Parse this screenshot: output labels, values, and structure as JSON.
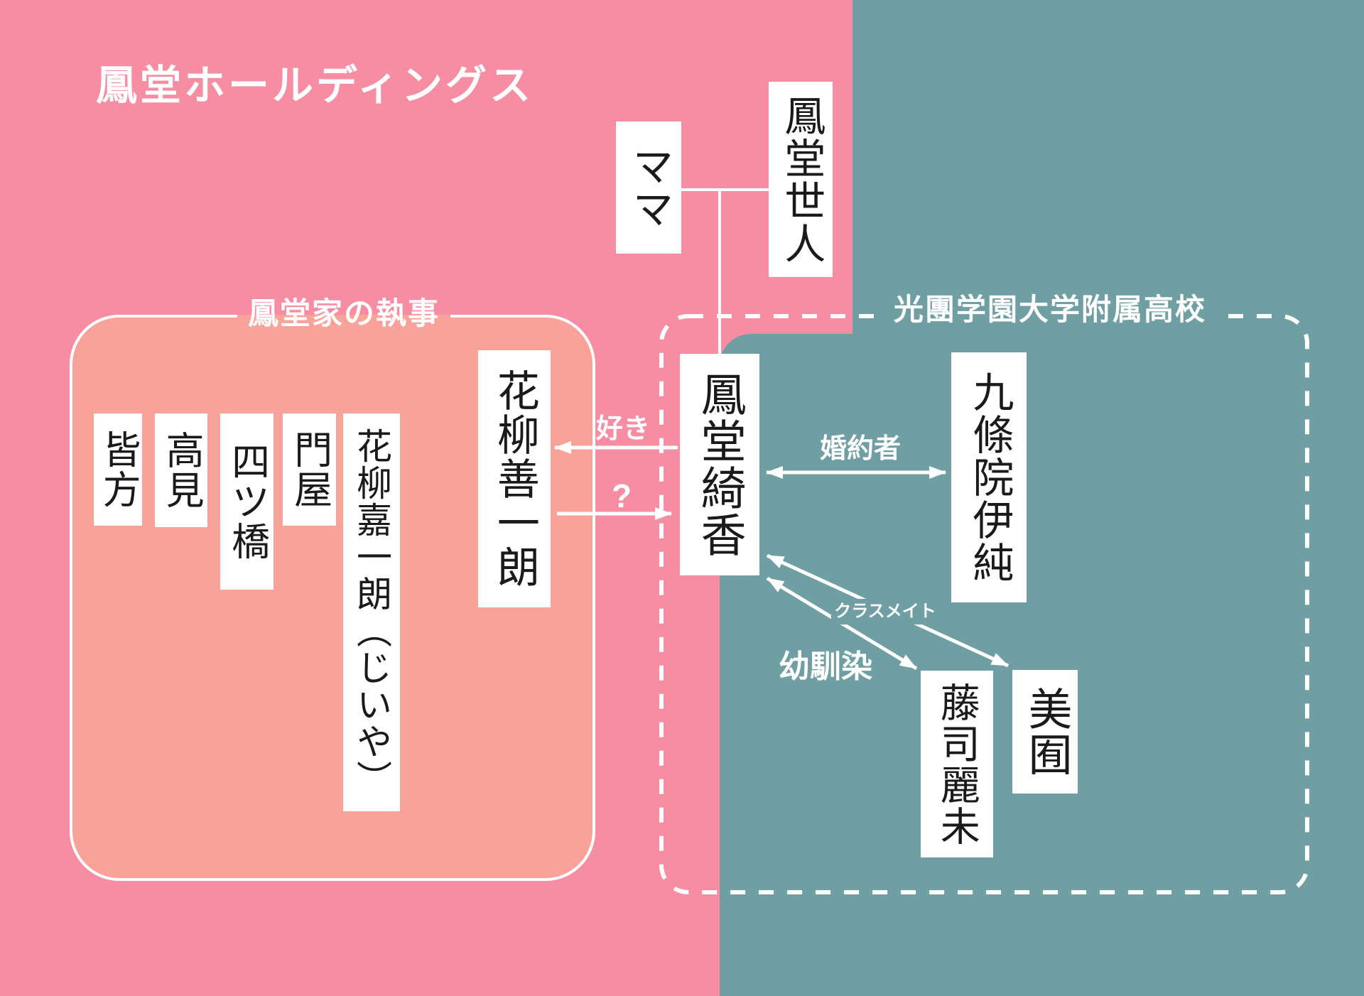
{
  "diagram": {
    "title": "鳳堂ホールディングス"
  },
  "family": {
    "mother": "ママ",
    "father": "鳳堂世人"
  },
  "butler_group": {
    "label": "鳳堂家の執事",
    "members": [
      "皆方",
      "高見",
      "四ツ橋",
      "門屋",
      "花柳嘉一朗（じいや）",
      "花柳善一朗"
    ]
  },
  "school_group": {
    "label": "光團学園大学附属高校",
    "students": [
      "鳳堂綺香",
      "九條院伊純",
      "藤司麗未",
      "美囿"
    ]
  },
  "relationships": {
    "likes": "好き",
    "question": "?",
    "fiance": "婚約者",
    "classmate": "クラスメイト",
    "childhood_friend": "幼馴染"
  },
  "colors": {
    "background_pink": "#F78DA3",
    "butler_panel_salmon": "#F9A299",
    "school_teal": "#6F9EA3",
    "box_background": "#FFFFFF",
    "line_white": "#FFFFFF",
    "text_black": "#1A1A1A"
  }
}
